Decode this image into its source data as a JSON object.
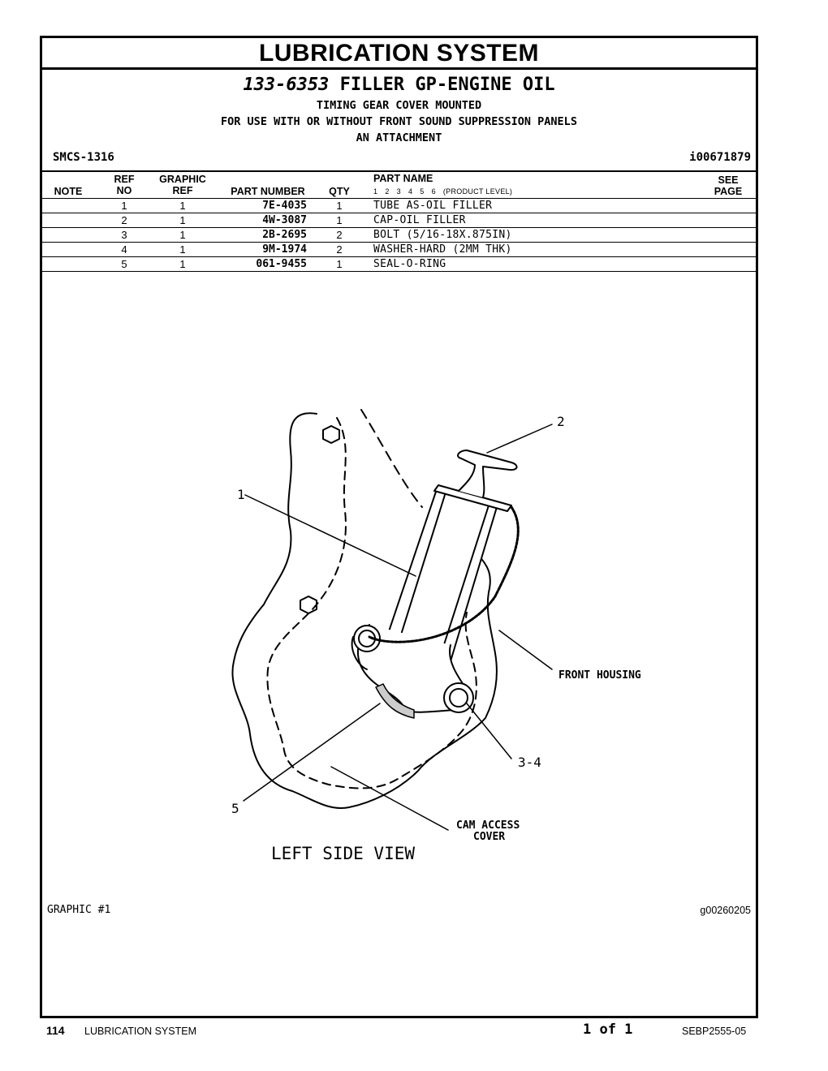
{
  "header": {
    "section_title": "LUBRICATION SYSTEM",
    "part_number": "133-6353",
    "part_title": "FILLER GP-ENGINE OIL",
    "sublines": [
      "TIMING GEAR COVER MOUNTED",
      "FOR USE WITH OR WITHOUT FRONT SOUND SUPPRESSION PANELS",
      "AN ATTACHMENT"
    ],
    "smcs": "SMCS-1316",
    "info_id": "i00671879"
  },
  "table": {
    "headers": {
      "note": "NOTE",
      "ref_no_1": "REF",
      "ref_no_2": "NO",
      "graphic_ref_1": "GRAPHIC",
      "graphic_ref_2": "REF",
      "part_number": "PART NUMBER",
      "qty": "QTY",
      "part_name": "PART NAME",
      "see_page_1": "SEE",
      "see_page_2": "PAGE",
      "product_levels": [
        "1",
        "2",
        "3",
        "4",
        "5",
        "6"
      ],
      "product_level_label": "(PRODUCT LEVEL)"
    },
    "rows": [
      {
        "ref_no": "1",
        "graphic_ref": "1",
        "part_number": "7E-4035",
        "qty": "1",
        "part_name": "TUBE AS-OIL FILLER"
      },
      {
        "ref_no": "2",
        "graphic_ref": "1",
        "part_number": "4W-3087",
        "qty": "1",
        "part_name": "CAP-OIL FILLER"
      },
      {
        "ref_no": "3",
        "graphic_ref": "1",
        "part_number": "2B-2695",
        "qty": "2",
        "part_name": "BOLT (5/16-18X.875IN)"
      },
      {
        "ref_no": "4",
        "graphic_ref": "1",
        "part_number": "9M-1974",
        "qty": "2",
        "part_name": "WASHER-HARD (2MM THK)"
      },
      {
        "ref_no": "5",
        "graphic_ref": "1",
        "part_number": "061-9455",
        "qty": "1",
        "part_name": "SEAL-O-RING"
      }
    ]
  },
  "drawing": {
    "callouts": {
      "c1": "1",
      "c2": "2",
      "c34": "3-4",
      "c5": "5",
      "front_housing": "FRONT HOUSING",
      "cam_access_1": "CAM ACCESS",
      "cam_access_2": "COVER"
    },
    "view_label": "LEFT SIDE VIEW"
  },
  "graphic": {
    "label": "GRAPHIC #1",
    "id": "g00260205"
  },
  "footer": {
    "page_number": "114",
    "section": "LUBRICATION SYSTEM",
    "page_of": "1 of 1",
    "doc_id": "SEBP2555-05"
  }
}
